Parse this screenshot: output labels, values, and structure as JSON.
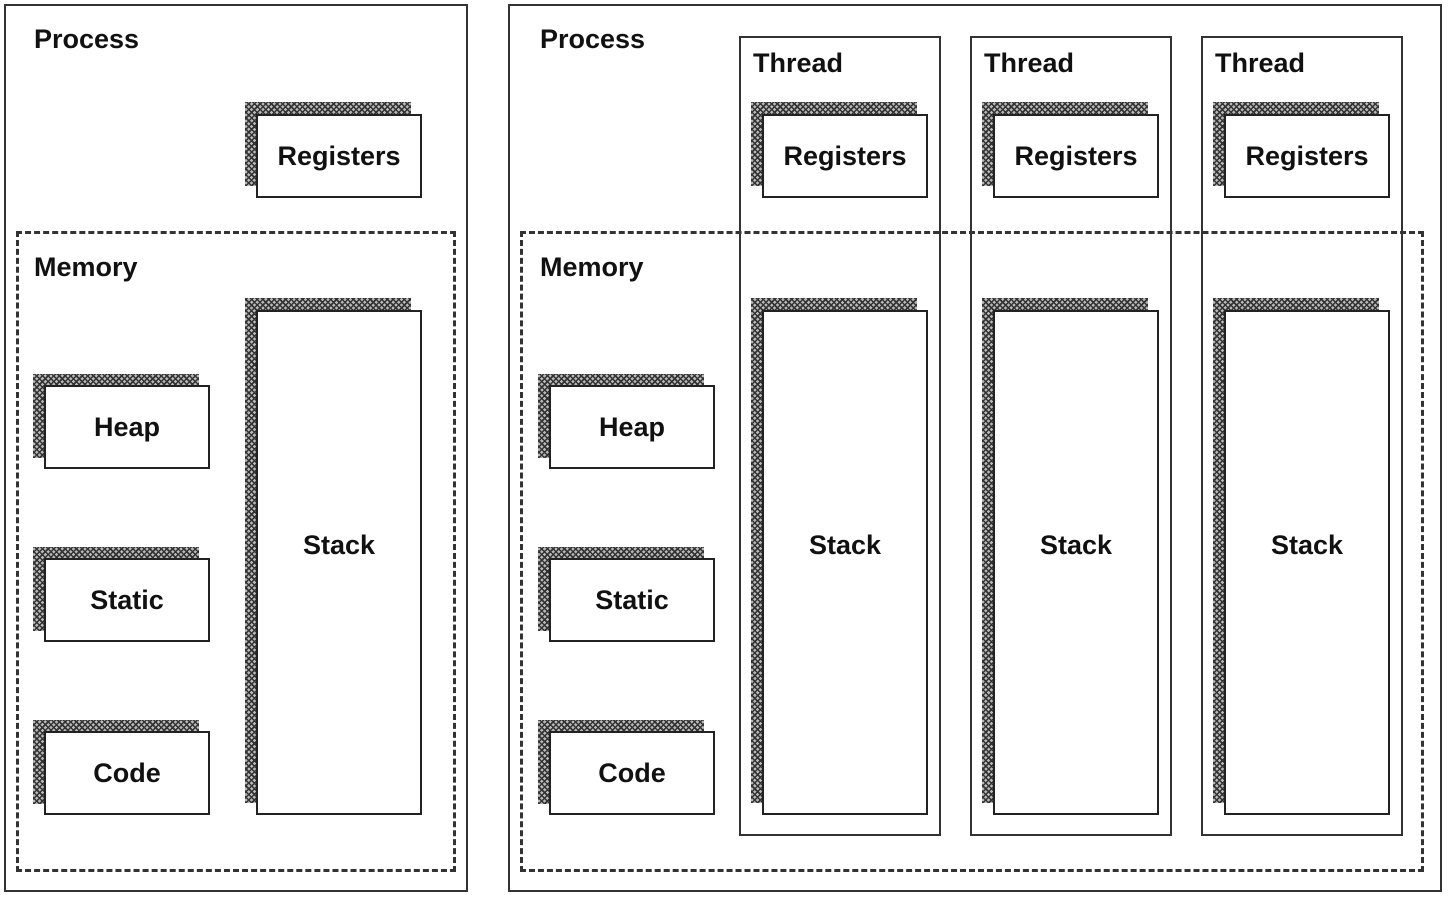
{
  "single_threaded": {
    "process_label": "Process",
    "registers_label": "Registers",
    "memory_label": "Memory",
    "heap_label": "Heap",
    "static_label": "Static",
    "code_label": "Code",
    "stack_label": "Stack"
  },
  "multi_threaded": {
    "process_label": "Process",
    "memory_label": "Memory",
    "heap_label": "Heap",
    "static_label": "Static",
    "code_label": "Code",
    "threads": [
      {
        "label": "Thread",
        "registers_label": "Registers",
        "stack_label": "Stack"
      },
      {
        "label": "Thread",
        "registers_label": "Registers",
        "stack_label": "Stack"
      },
      {
        "label": "Thread",
        "registers_label": "Registers",
        "stack_label": "Stack"
      }
    ]
  }
}
